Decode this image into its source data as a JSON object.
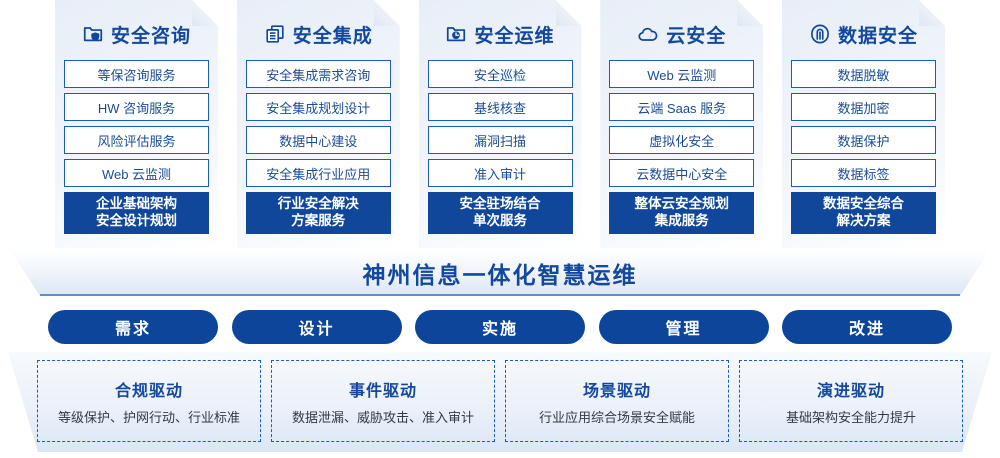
{
  "columns": [
    {
      "icon": "folder-shield-icon",
      "title": "安全咨询",
      "items": [
        "等保咨询服务",
        "HW 咨询服务",
        "风险评估服务",
        "Web 云监测"
      ],
      "highlight": [
        "企业基础架构",
        "安全设计规划"
      ]
    },
    {
      "icon": "stacked-documents-icon",
      "title": "安全集成",
      "items": [
        "安全集成需求咨询",
        "安全集成规划设计",
        "数据中心建设",
        "安全集成行业应用"
      ],
      "highlight": [
        "行业安全解决",
        "方案服务"
      ]
    },
    {
      "icon": "folder-chart-icon",
      "title": "安全运维",
      "items": [
        "安全巡检",
        "基线核查",
        "漏洞扫描",
        "准入审计"
      ],
      "highlight": [
        "安全驻场结合",
        "单次服务"
      ]
    },
    {
      "icon": "cloud-icon",
      "title": "云安全",
      "items": [
        "Web 云监测",
        "云端 Saas 服务",
        "虚拟化安全",
        "云数据中心安全"
      ],
      "highlight": [
        "整体云安全规划",
        "集成服务"
      ]
    },
    {
      "icon": "fingerprint-icon",
      "title": "数据安全",
      "items": [
        "数据脱敏",
        "数据加密",
        "数据保护",
        "数据标签"
      ],
      "highlight": [
        "数据安全综合",
        "解决方案"
      ]
    }
  ],
  "banner": {
    "title": "神州信息一体化智慧运维"
  },
  "phases": [
    {
      "label": "需求"
    },
    {
      "label": "设计"
    },
    {
      "label": "实施"
    },
    {
      "label": "管理"
    },
    {
      "label": "改进"
    }
  ],
  "drivers": [
    {
      "title": "合规驱动",
      "subtitle": "等级保护、护网行动、行业标准"
    },
    {
      "title": "事件驱动",
      "subtitle": "数据泄漏、威胁攻击、准入审计"
    },
    {
      "title": "场景驱动",
      "subtitle": "行业应用综合场景安全赋能"
    },
    {
      "title": "演进驱动",
      "subtitle": "基础架构安全能力提升"
    }
  ],
  "colors": {
    "primary": "#13489e",
    "pill": "#0d459b",
    "highlight": "#10479b",
    "border": "#1a5bbf"
  }
}
